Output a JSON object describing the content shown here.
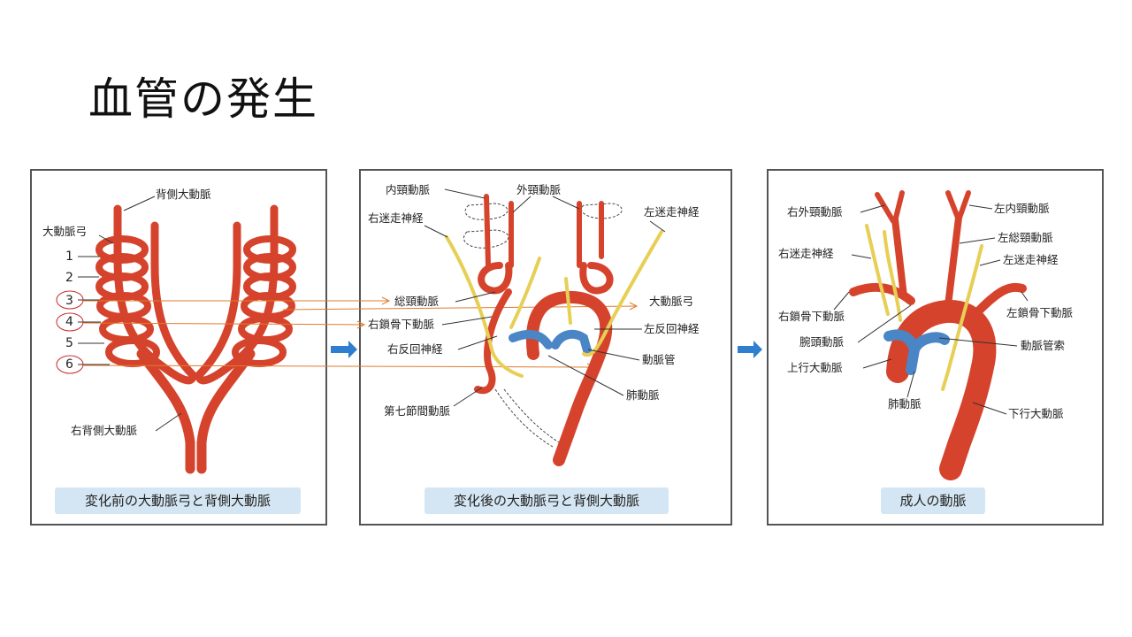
{
  "title": "血管の発生",
  "panel1": {
    "labels": {
      "dorsal_aorta": "背側大動脈",
      "aortic_arch": "大動脈弓",
      "right_dorsal_aorta": "右背側大動脈"
    },
    "arch_numbers": [
      "1",
      "2",
      "3",
      "4",
      "5",
      "6"
    ],
    "caption": "変化前の大動脈弓と背側大動脈"
  },
  "panel2": {
    "labels": {
      "internal_carotid": "内頸動脈",
      "external_carotid": "外頸動脈",
      "right_vagus": "右迷走神経",
      "left_vagus": "左迷走神経",
      "common_carotid": "総頸動脈",
      "right_subclavian": "右鎖骨下動脈",
      "right_recurrent": "右反回神経",
      "aortic_arch": "大動脈弓",
      "left_recurrent": "左反回神経",
      "ductus": "動脈管",
      "pulmonary": "肺動脈",
      "seventh_intersegmental": "第七節間動脈"
    },
    "caption": "変化後の大動脈弓と背側大動脈"
  },
  "panel3": {
    "labels": {
      "right_external_carotid": "右外頸動脈",
      "left_internal_carotid": "左内頸動脈",
      "left_common_carotid": "左総頸動脈",
      "right_vagus": "右迷走神経",
      "left_vagus": "左迷走神経",
      "right_subclavian": "右鎖骨下動脈",
      "left_subclavian": "左鎖骨下動脈",
      "brachiocephalic": "腕頭動脈",
      "ligamentum": "動脈管索",
      "ascending_aorta": "上行大動脈",
      "pulmonary": "肺動脈",
      "descending_aorta": "下行大動脈"
    },
    "caption": "成人の動脈"
  },
  "colors": {
    "artery": "#d6432c",
    "nerve": "#e7cf55",
    "pulmonary": "#4a86c6",
    "arrow": "#2f7fd1",
    "annotation": "#e07b2e",
    "caption_bg": "#d4e6f3"
  }
}
